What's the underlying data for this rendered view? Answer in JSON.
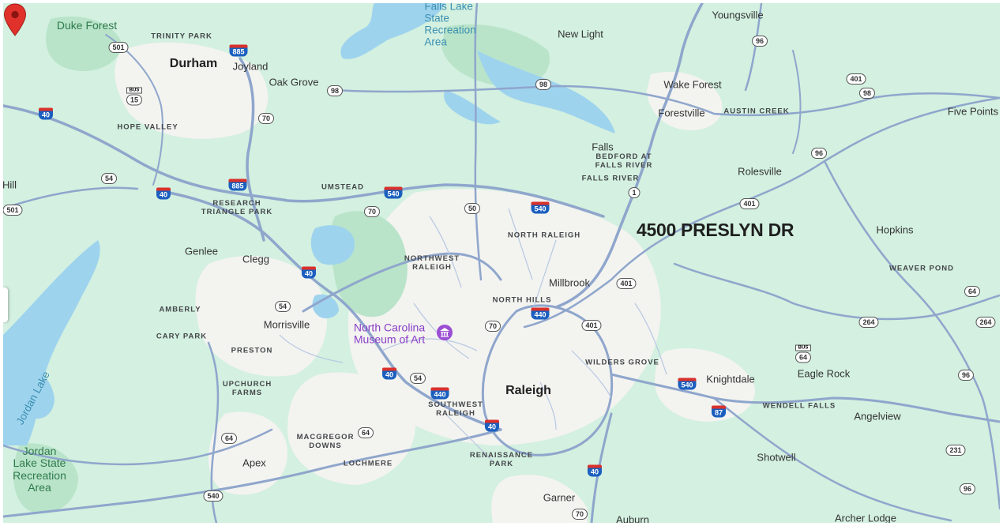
{
  "address": "4500 PRESLYN DR",
  "colors": {
    "land": "#d3f0e0",
    "urban": "#f3f3f0",
    "water": "#9ed3ee",
    "road": "#8fa6cc",
    "pin": "#e0322b"
  },
  "labels": {
    "duke_forest": "Duke Forest",
    "trinity_park": "TRINITY PARK",
    "durham": "Durham",
    "joyland": "Joyland",
    "oak_grove": "Oak Grove",
    "falls_lake_1": "Falls Lake",
    "falls_lake_2": "State",
    "falls_lake_3": "Recreation",
    "falls_lake_4": "Area",
    "new_light": "New Light",
    "youngsville": "Youngsville",
    "wake_forest": "Wake Forest",
    "forestville": "Forestville",
    "austin_creek": "AUSTIN CREEK",
    "five_points": "Five Points",
    "hope_valley": "HOPE VALLEY",
    "falls": "Falls",
    "bedford_1": "BEDFORD AT",
    "bedford_2": "FALLS RIVER",
    "falls_river": "FALLS RIVER",
    "rolesville": "Rolesville",
    "hill": "Hill",
    "research_1": "RESEARCH",
    "research_2": "TRIANGLE PARK",
    "umstead": "UMSTEAD",
    "north_raleigh": "NORTH RALEIGH",
    "hopkins": "Hopkins",
    "genlee": "Genlee",
    "clegg": "Clegg",
    "northwest_1": "NORTHWEST",
    "northwest_2": "RALEIGH",
    "millbrook": "Millbrook",
    "weaver_pond": "WEAVER POND",
    "amberly": "AMBERLY",
    "north_hills": "NORTH HILLS",
    "morrisville": "Morrisville",
    "museum_1": "North Carolina",
    "museum_2": "Museum of Art",
    "cary_park": "CARY PARK",
    "preston": "PRESTON",
    "wilders_grove": "WILDERS GROVE",
    "knightdale": "Knightdale",
    "eagle_rock": "Eagle Rock",
    "upchurch_1": "UPCHURCH",
    "upchurch_2": "FARMS",
    "raleigh": "Raleigh",
    "southwest_1": "SOUTHWEST",
    "southwest_2": "RALEIGH",
    "wendell_falls": "WENDELL FALLS",
    "angelview": "Angelview",
    "jordan_lake": "Jordan Lake",
    "macgregor_1": "MACGREGOR",
    "macgregor_2": "DOWNS",
    "apex": "Apex",
    "lochmere": "LOCHMERE",
    "renaissance_1": "RENAISSANCE",
    "renaissance_2": "PARK",
    "shotwell": "Shotwell",
    "jordan_state_1": "Jordan",
    "jordan_state_2": "Lake State",
    "jordan_state_3": "Recreation",
    "jordan_state_4": "Area",
    "garner": "Garner",
    "auburn": "Auburn",
    "archer_lodge": "Archer Lodge"
  },
  "shields": {
    "us501_a": "501",
    "i885_a": "885",
    "bus15_tag": "BUS",
    "bus15": "15",
    "i40_a": "40",
    "nc98_a": "98",
    "nc70_a": "70",
    "nc96_a": "96",
    "nc98_b": "98",
    "us401_a": "401",
    "nc98_c": "98",
    "nc54_a": "54",
    "i40_b": "40",
    "i885_b": "885",
    "i540_a": "540",
    "nc50": "50",
    "i540_b": "540",
    "us1": "1",
    "nc96_b": "96",
    "us401_b": "401",
    "us501_b": "501",
    "nc70_b": "70",
    "i40_c": "40",
    "us401_c": "401",
    "nc54_b": "54",
    "i440_a": "440",
    "nc70_c": "70",
    "us401_d": "401",
    "nc64_a": "64",
    "us264_a": "264",
    "us264_b": "264",
    "i40_d": "40",
    "nc54_c": "54",
    "i440_b": "440",
    "i540_c": "540",
    "bus64_tag": "BUS",
    "bus64": "64",
    "nc96_c": "96",
    "i87": "87",
    "us64_b": "64",
    "us64_c": "64",
    "i40_e": "40",
    "i40_f": "40",
    "nc540": "540",
    "nc70_d": "70",
    "nc231": "231",
    "nc96_d": "96"
  }
}
